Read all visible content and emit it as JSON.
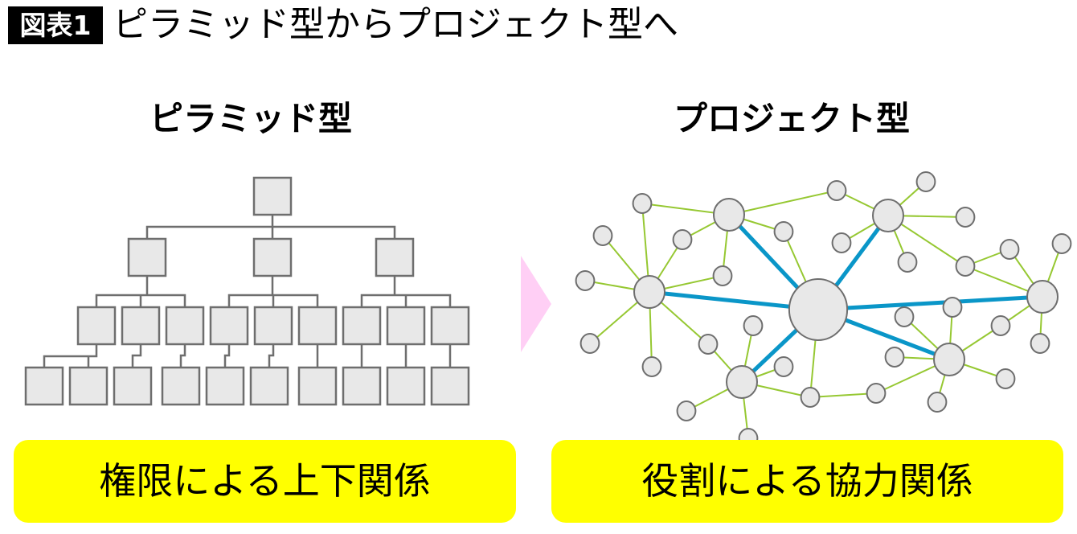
{
  "figure": {
    "label": "図表1",
    "title": "ピラミッド型からプロジェクト型へ"
  },
  "left_panel": {
    "heading": "ピラミッド型",
    "caption": "権限による上下関係"
  },
  "right_panel": {
    "heading": "プロジェクト型",
    "caption": "役割による協力関係"
  },
  "colors": {
    "box_fill": "#e8e8e8",
    "box_stroke": "#6e6e6e",
    "strong_link": "#0a96c8",
    "weak_link": "#96c832",
    "arrow": "#ffcff5",
    "caption_bg": "#ffff00"
  }
}
